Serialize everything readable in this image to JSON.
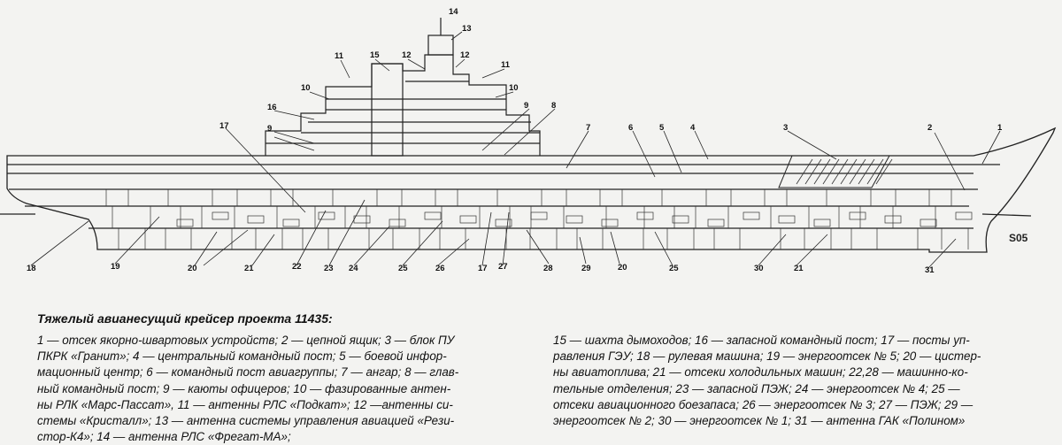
{
  "caption": {
    "title": "Тяжелый авианесущий крейсер проекта 11435:",
    "col1": [
      "1 — отсек якорно-швартовых устройств; 2 — цепной ящик; 3 — блок ПУ",
      "ПКРК «Гранит»; 4 — центральный командный пост; 5 — боевой инфор-",
      "мационный центр; 6 — командный пост авиагруппы; 7 — ангар; 8 — глав-",
      "ный командный пост; 9 — каюты офицеров; 10 — фазированные антен-",
      "ны РЛК «Марс-Пассат», 11 — антенны РЛС «Подкат»; 12 —антенны си-",
      "стемы «Кристалл»; 13 — антенна системы управления авиацией «Рези-",
      "стор-К4»; 14 — антенна РЛС «Фрегат-МА»;"
    ],
    "col2": [
      "15 — шахта дымоходов; 16 — запасной командный пост; 17 — посты уп-",
      "равления ГЭУ; 18 — рулевая машина; 19 — энергоотсек № 5; 20 — цистер-",
      "ны авиатоплива; 21 — отсеки холодильных машин; 22,28 — машинно-ко-",
      "тельные отделения; 23 — запасной ПЭЖ; 24 — энергоотсек № 4; 25 —",
      "отсеки авиационного боезапаса; 26 — энергоотсек № 3; 27 — ПЭЖ; 29 —",
      "энергоотсек № 2; 30 — энергоотсек № 1; 31 — антенна ГАК «Полином»"
    ]
  },
  "signature": "S05",
  "callouts": [
    "1",
    "2",
    "3",
    "4",
    "5",
    "6",
    "7",
    "8",
    "9",
    "9",
    "10",
    "10",
    "11",
    "11",
    "12",
    "12",
    "13",
    "14",
    "15",
    "16",
    "17",
    "17",
    "18",
    "19",
    "20",
    "20",
    "21",
    "21",
    "22",
    "23",
    "24",
    "25",
    "25",
    "26",
    "27",
    "28",
    "29",
    "30",
    "31"
  ]
}
